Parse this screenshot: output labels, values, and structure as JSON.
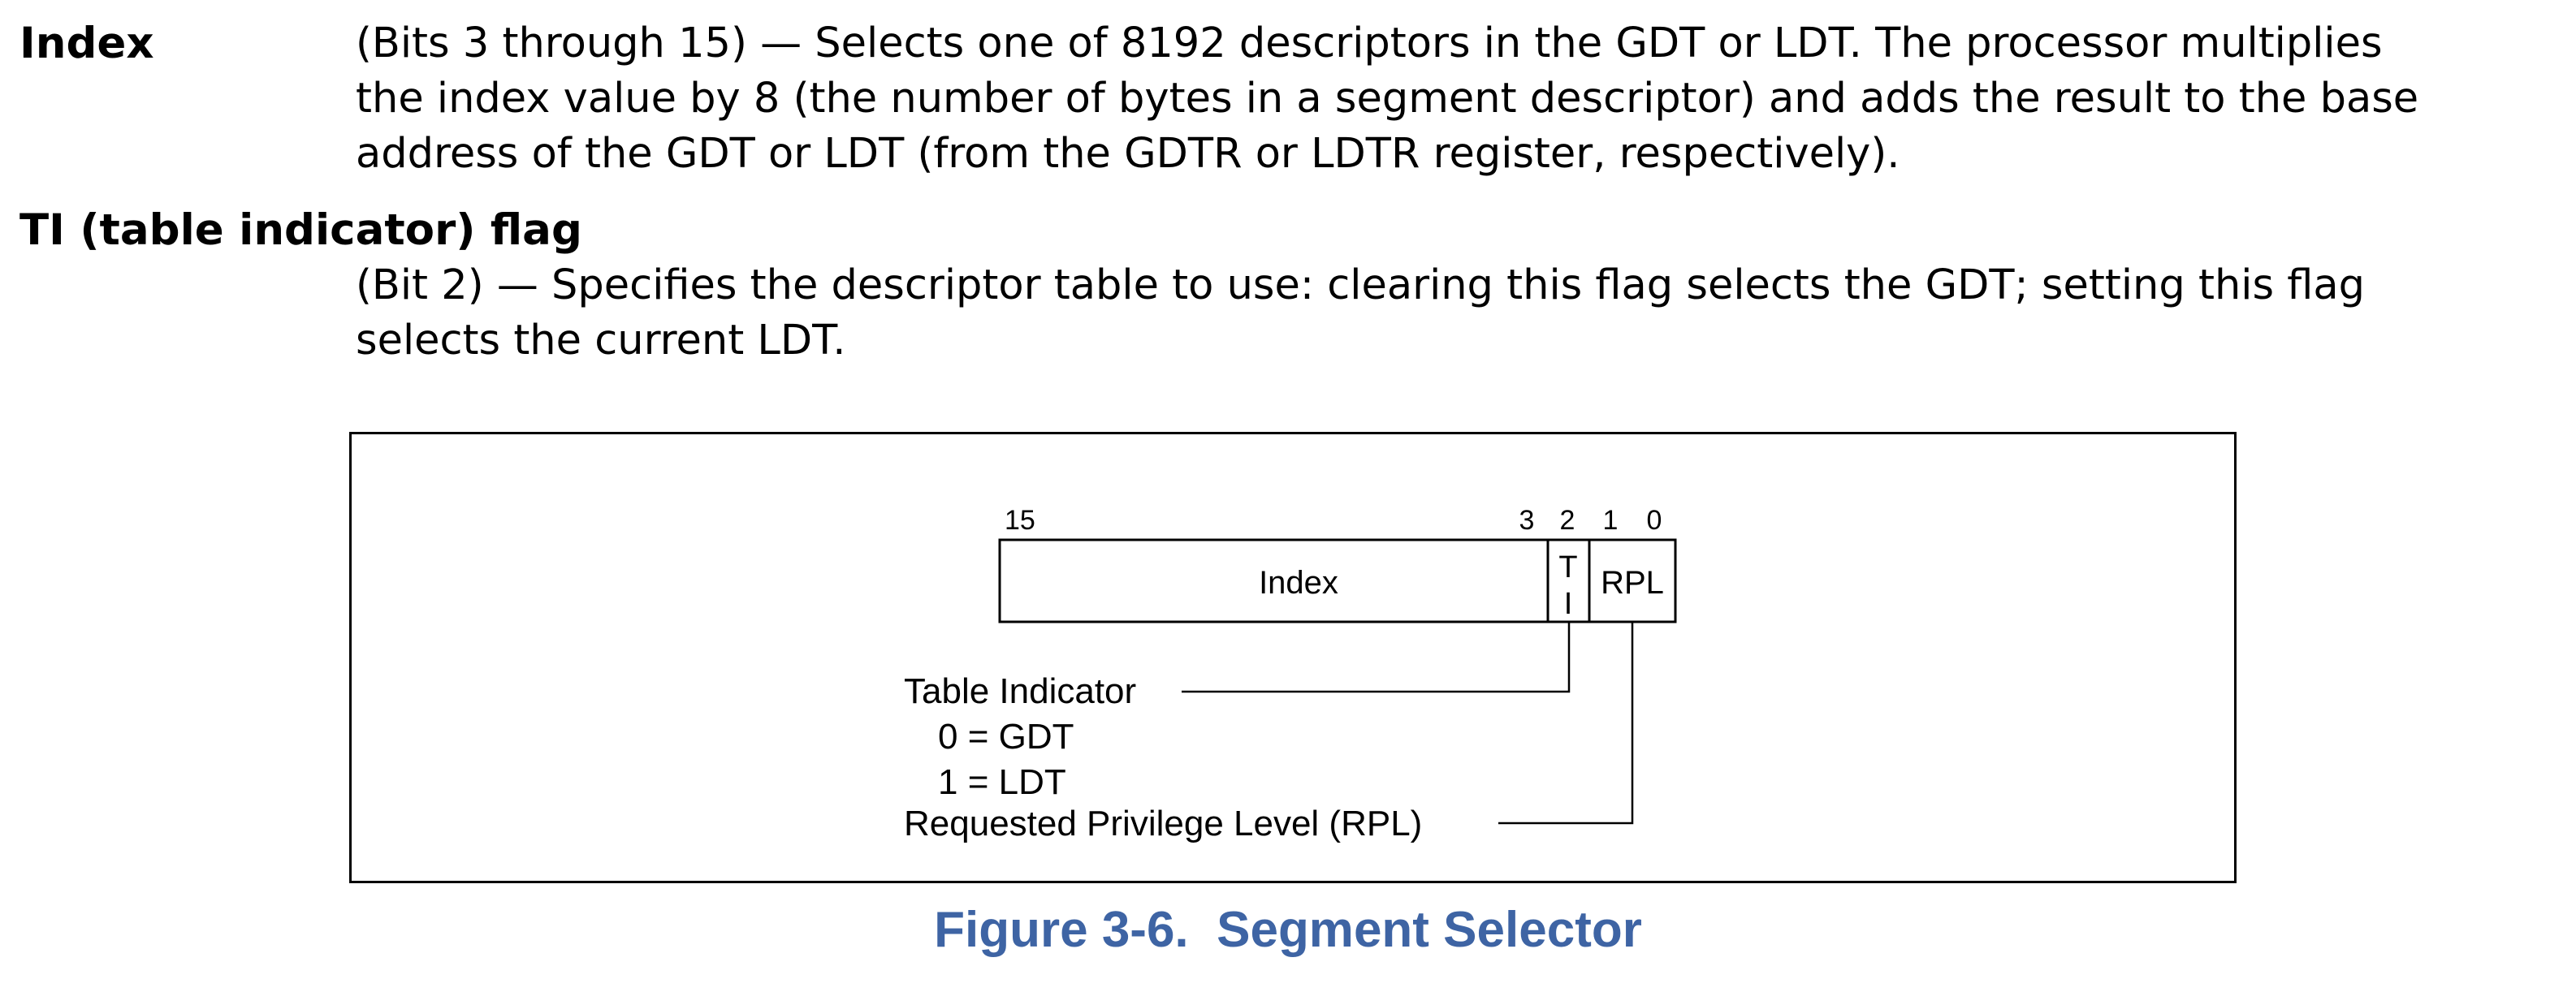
{
  "entries": [
    {
      "term": "Index",
      "lines": [
        "(Bits 3 through 15) — Selects one of 8192 descriptors in the GDT or LDT. The processor multiplies",
        "the index value by 8 (the number of bytes in a segment descriptor) and adds the result to the base",
        "address of the GDT or LDT (from the GDTR or LDTR register, respectively)."
      ]
    },
    {
      "term": "TI (table indicator) flag",
      "lines": [
        "(Bit 2) — Specifies the descriptor table to use: clearing this flag selects the GDT; setting this flag",
        "selects the current LDT."
      ]
    }
  ],
  "figure": {
    "bit_labels": {
      "b15": "15",
      "b3": "3",
      "b2": "2",
      "b1": "1",
      "b0": "0"
    },
    "fields": {
      "index": "Index",
      "ti_top": "T",
      "ti_bottom": "I",
      "rpl": "RPL"
    },
    "callouts": {
      "table_indicator": "Table Indicator",
      "gdt": "0 = GDT",
      "ldt": "1 = LDT",
      "rpl": "Requested Privilege Level (RPL)"
    },
    "caption": "Figure 3-6.  Segment Selector",
    "caption_color": "#3e64a4"
  }
}
